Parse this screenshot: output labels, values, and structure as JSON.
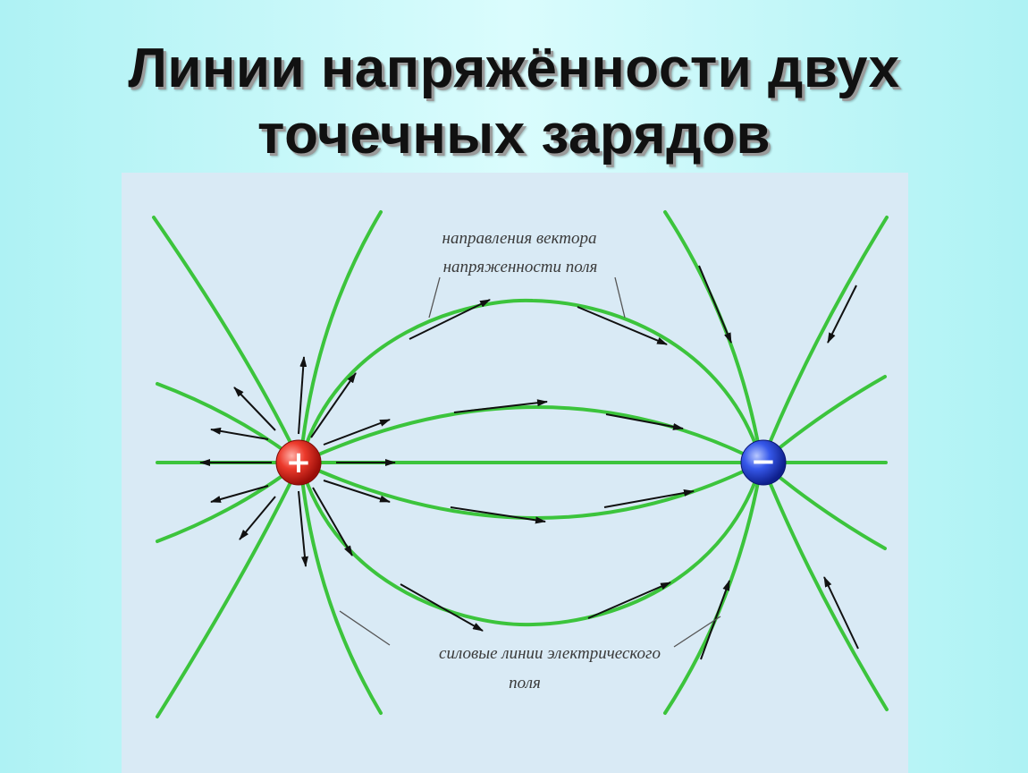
{
  "title": {
    "line1": "Линии напряжённости двух",
    "line2": "точечных зарядов"
  },
  "annotations": {
    "vector_direction_line1": "направления вектора",
    "vector_direction_line2": "напряженности поля",
    "field_lines_line1": "силовые линии электрического",
    "field_lines_line2": "поля"
  },
  "charges": {
    "positive_sign": "+",
    "negative_sign": "−"
  },
  "colors": {
    "field_line": "#3cc43c",
    "arrow": "#111111",
    "positive_charge": "#e8281e",
    "negative_charge": "#2a48e0",
    "panel_background": "#d9eaf5"
  }
}
